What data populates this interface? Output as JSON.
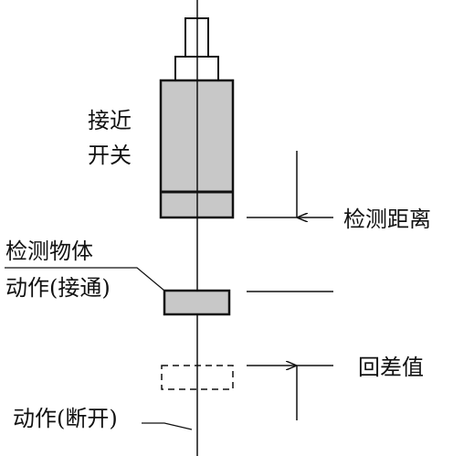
{
  "labels": {
    "sensor": [
      "接近",
      "开关"
    ],
    "detection_distance": "检测距离",
    "target_object": "检测物体",
    "action_on": "动作(接通)",
    "hysteresis": "回差值",
    "action_off": "动作(断开)"
  },
  "colors": {
    "stroke": "#111111",
    "body_fill": "#c8c8c8",
    "background": "#ffffff"
  }
}
